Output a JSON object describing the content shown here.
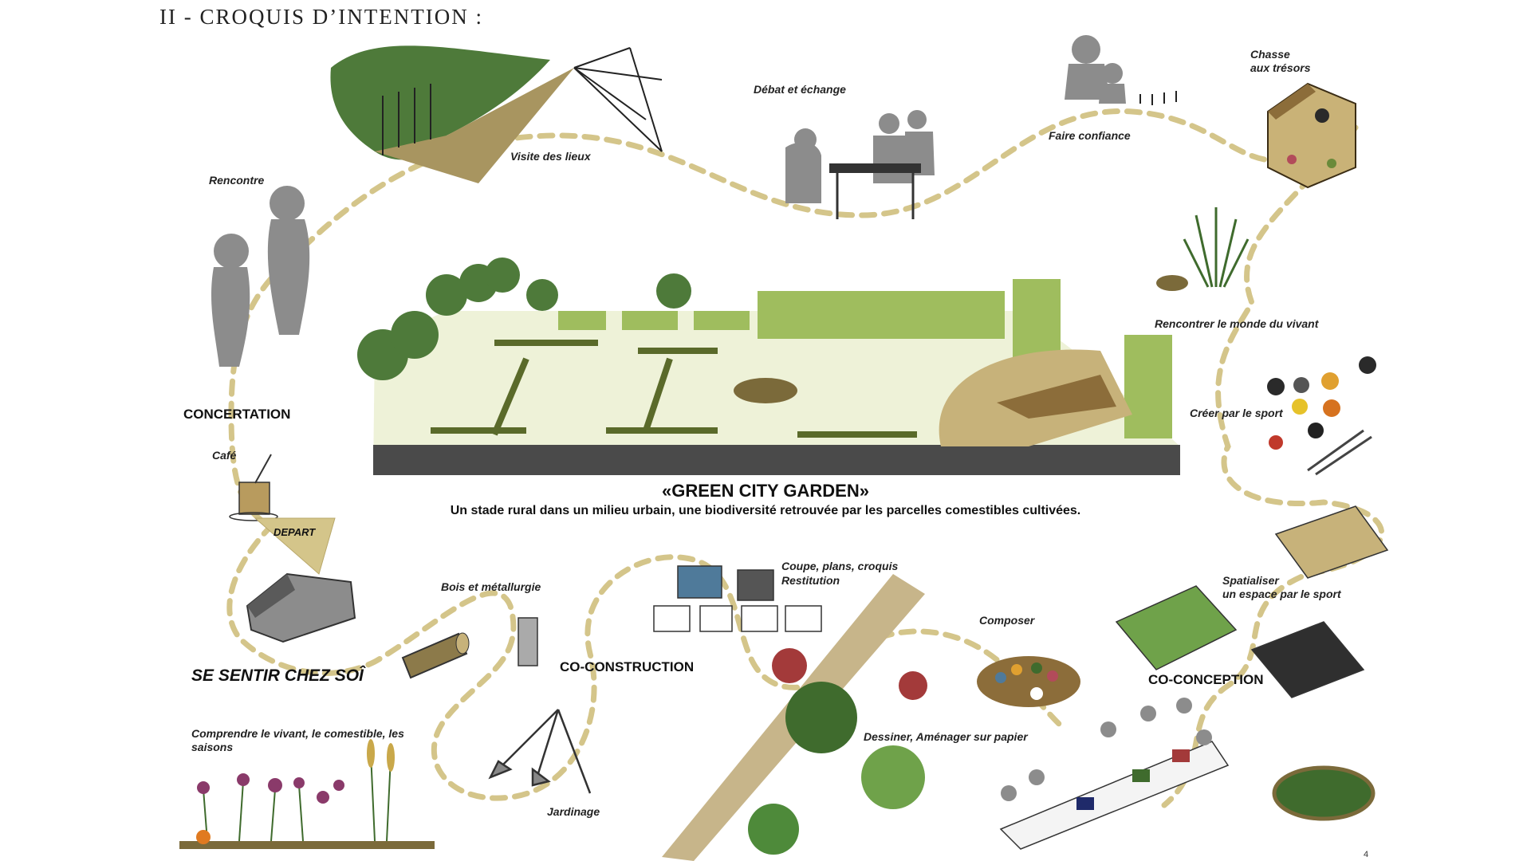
{
  "page": {
    "title": "II - CROQUIS D’INTENTION :",
    "number": "4"
  },
  "garden": {
    "title": "«GREEN CITY GARDEN»",
    "subtitle": "Un stade rural dans un milieu urbain, une biodiversité retrouvée par les parcelles comestibles cultivées."
  },
  "stages": {
    "concertation": "CONCERTATION",
    "co_construction": "CO-CONSTRUCTION",
    "co_conception": "CO-CONCEPTION",
    "home": "SE SENTIR CHEZ SOÎ",
    "depart": "DEPART"
  },
  "labels": {
    "visite": "Visite des lieux",
    "debat": "Débat et échange",
    "confiance": "Faire confiance",
    "chasse": "Chasse\naux trésors",
    "rencontre": "Rencontre",
    "vivant": "Rencontrer le monde du vivant",
    "sport": "Créer par le sport",
    "cafe": "Café",
    "bois": "Bois et métallurgie",
    "coupe": "Coupe, plans, croquis",
    "restitution": "Restitution",
    "composer": "Composer",
    "spatialiser": "Spatialiser\nun espace par le sport",
    "dessiner": "Dessiner, Aménager sur papier",
    "comprendre": "Comprendre le vivant, le comestible, les saisons",
    "jardinage": "Jardinage"
  },
  "colors": {
    "path": "#d4c58a",
    "grey_figure": "#8c8c8c",
    "dark_green": "#3f6b2d",
    "light_green": "#9fbd5e",
    "olive": "#7b6a3a",
    "soil": "#c7b27a"
  }
}
